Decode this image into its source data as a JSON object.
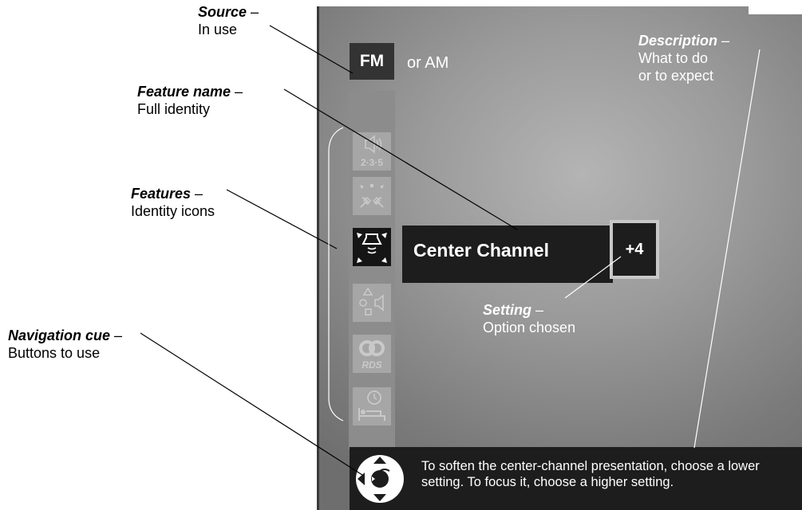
{
  "labels": {
    "source": {
      "title": "Source",
      "dash": " –",
      "sub": "In use"
    },
    "feature_name": {
      "title": "Feature name",
      "dash": " –",
      "sub": "Full identity"
    },
    "features": {
      "title": "Features",
      "dash": " –",
      "sub": "Identity icons"
    },
    "navigation": {
      "title": "Navigation cue",
      "dash": " –",
      "sub": "Buttons to use"
    },
    "description": {
      "title": "Description",
      "dash": " –",
      "sub1": "What to do",
      "sub2": "or to expect"
    },
    "setting": {
      "title": "Setting",
      "dash": " –",
      "sub": "Option chosen"
    }
  },
  "display": {
    "source_box": "FM",
    "source_alt": "or AM",
    "feature_name": "Center Channel",
    "setting_value": "+4",
    "description": "To soften the center-channel presentation, choose a lower setting. To focus it, choose a higher setting.",
    "icon_text_1": "2·3·5",
    "icon_text_2": "RDS"
  },
  "feature_icons": [
    "speaker-mode-2-3-5-icon",
    "surround-speakers-icon",
    "center-channel-icon",
    "speaker-setup-icon",
    "rds-icon",
    "sleep-timer-icon"
  ],
  "colors": {
    "screen_dark": "#1d1d1d",
    "screen_gray": "#9a9a9a",
    "highlight_border": "#c8c8c8"
  }
}
